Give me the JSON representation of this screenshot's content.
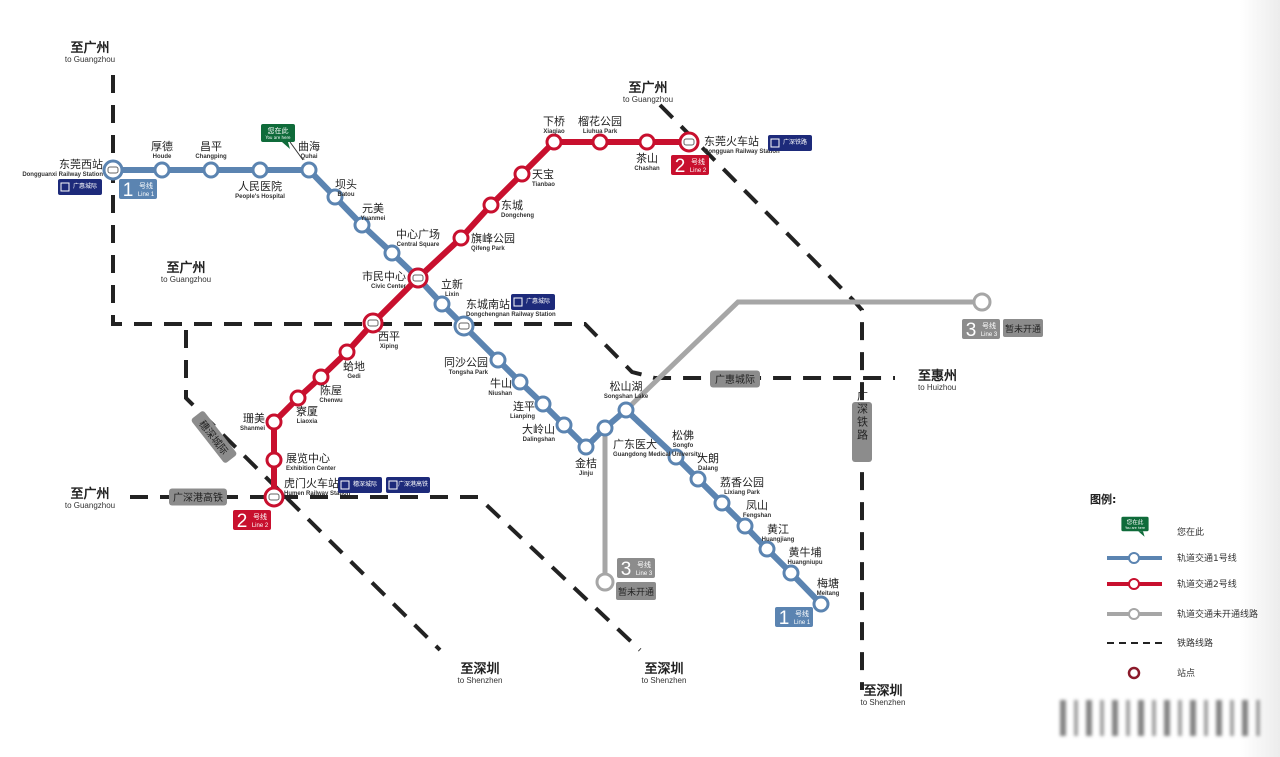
{
  "colors": {
    "line1": "#5b84b1",
    "line2": "#c8102e",
    "line3": "#a6a6a6",
    "rail": "#222222",
    "badge_navy": "#1d2a7a",
    "badge_gray": "#8c8c8c",
    "here_green": "#0f6b3a"
  },
  "directions": [
    {
      "zh": "至广州",
      "en": "to Guangzhou"
    },
    {
      "zh": "至广州",
      "en": "to Guangzhou"
    },
    {
      "zh": "至广州",
      "en": "to Guangzhou"
    },
    {
      "zh": "至广州",
      "en": "to Guangzhou"
    },
    {
      "zh": "至深圳",
      "en": "to Shenzhen"
    },
    {
      "zh": "至深圳",
      "en": "to Shenzhen"
    },
    {
      "zh": "至深圳",
      "en": "to Shenzhen"
    },
    {
      "zh": "至惠州",
      "en": "to Huizhou"
    }
  ],
  "railway_labels": [
    "广惠城际",
    "广深铁路",
    "穗深城际",
    "广深港高铁"
  ],
  "line1": {
    "badge_num": "1",
    "badge_zh": "号线",
    "badge_en": "Line 1",
    "stations": [
      {
        "zh": "东莞西站",
        "en": "Dongguanxi Railway Station"
      },
      {
        "zh": "厚德",
        "en": "Houde"
      },
      {
        "zh": "昌平",
        "en": "Changping"
      },
      {
        "zh": "人民医院",
        "en": "People's Hospital"
      },
      {
        "zh": "曲海",
        "en": "Quhai"
      },
      {
        "zh": "坝头",
        "en": "Batou"
      },
      {
        "zh": "元美",
        "en": "Yuanmei"
      },
      {
        "zh": "中心广场",
        "en": "Central Square"
      },
      {
        "zh": "市民中心",
        "en": "Civic Center"
      },
      {
        "zh": "立新",
        "en": "Lixin"
      },
      {
        "zh": "东城南站",
        "en": "Dongchengnan Railway Station"
      },
      {
        "zh": "同沙公园",
        "en": "Tongsha Park"
      },
      {
        "zh": "牛山",
        "en": "Niushan"
      },
      {
        "zh": "连平",
        "en": "Lianping"
      },
      {
        "zh": "大岭山",
        "en": "Dalingshan"
      },
      {
        "zh": "金桔",
        "en": "Jinju"
      },
      {
        "zh": "广东医大",
        "en": "Guangdong Medical University"
      },
      {
        "zh": "松山湖",
        "en": "Songshan Lake"
      },
      {
        "zh": "松佛",
        "en": "Songfo"
      },
      {
        "zh": "大朗",
        "en": "Dalang"
      },
      {
        "zh": "荔香公园",
        "en": "Lixiang Park"
      },
      {
        "zh": "凤山",
        "en": "Fengshan"
      },
      {
        "zh": "黄江",
        "en": "Huangjiang"
      },
      {
        "zh": "黄牛埔",
        "en": "Huangniupu"
      },
      {
        "zh": "梅塘",
        "en": "Meitang"
      }
    ]
  },
  "line2": {
    "badge_num": "2",
    "badge_zh": "号线",
    "badge_en": "Line 2",
    "stations": [
      {
        "zh": "东莞火车站",
        "en": "Dongguan Railway Station"
      },
      {
        "zh": "茶山",
        "en": "Chashan"
      },
      {
        "zh": "榴花公园",
        "en": "Liuhua Park"
      },
      {
        "zh": "下桥",
        "en": "Xiaqiao"
      },
      {
        "zh": "天宝",
        "en": "Tianbao"
      },
      {
        "zh": "东城",
        "en": "Dongcheng"
      },
      {
        "zh": "旗峰公园",
        "en": "Qifeng Park"
      },
      {
        "zh": "西平",
        "en": "Xiping"
      },
      {
        "zh": "蛤地",
        "en": "Gedi"
      },
      {
        "zh": "陈屋",
        "en": "Chenwu"
      },
      {
        "zh": "寮厦",
        "en": "Liaoxia"
      },
      {
        "zh": "珊美",
        "en": "Shanmei"
      },
      {
        "zh": "展览中心",
        "en": "Exhibition Center"
      },
      {
        "zh": "虎门火车站",
        "en": "Humen Railway Station"
      }
    ]
  },
  "line3": {
    "badge_num": "3",
    "badge_zh": "号线",
    "badge_en": "Line 3",
    "status": "暂未开通"
  },
  "interchange_badges": [
    "广惠城际",
    "广深铁路",
    "广惠城际",
    "穗深城际",
    "广深港高铁"
  ],
  "you_are_here": {
    "zh": "您在此",
    "en": "You are here"
  },
  "legend": {
    "title": "图例:",
    "items": [
      "您在此",
      "轨道交通1号线",
      "轨道交通2号线",
      "轨道交通未开通线路",
      "铁路线路",
      "站点"
    ]
  }
}
